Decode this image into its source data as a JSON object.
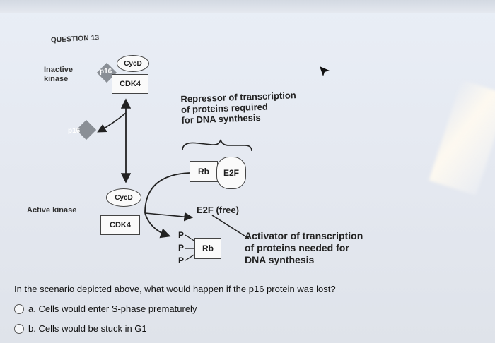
{
  "question_heading": "QUESTION 13",
  "diagram": {
    "inactive_kinase_line1": "Inactive",
    "inactive_kinase_line2": "kinase",
    "p16_top": "p16",
    "cycd_top": "CycD",
    "cdk4_top": "CDK4",
    "p16_free": "p16",
    "active_kinase": "Active kinase",
    "cycd_bottom": "CycD",
    "cdk4_bottom": "CDK4",
    "repressor_line1": "Repressor of transcription",
    "repressor_line2": "of proteins required",
    "repressor_line3": "for DNA synthesis",
    "rb": "Rb",
    "e2f": "E2F",
    "e2f_free": "E2F (free)",
    "p1": "P",
    "p2": "P",
    "p3": "P",
    "rb_phos": "Rb",
    "activator_line1": "Activator of transcription",
    "activator_line2": "of proteins needed for",
    "activator_line3": "DNA synthesis"
  },
  "question_text": "In the scenario depicted above, what would happen if the p16 protein was lost?",
  "options": [
    {
      "label": "a. Cells would enter S-phase prematurely"
    },
    {
      "label": "b. Cells would be stuck in G1"
    }
  ]
}
